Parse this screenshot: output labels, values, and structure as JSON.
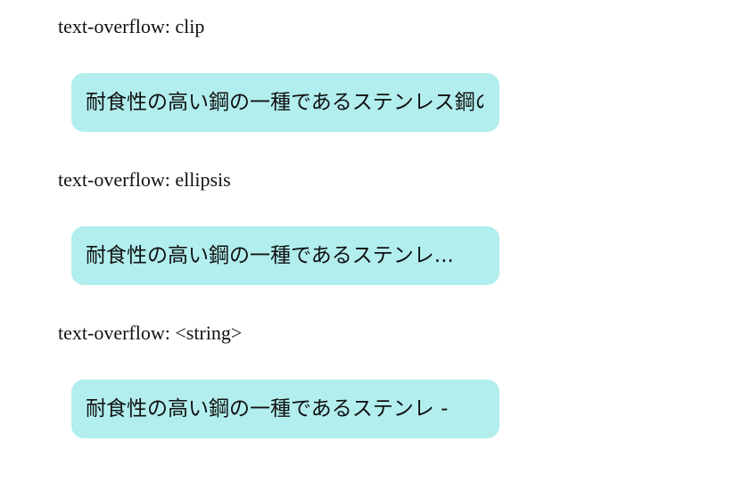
{
  "examples": [
    {
      "label": "text-overflow: clip",
      "text": "耐食性の高い鋼の一種であるステンレス鋼の"
    },
    {
      "label": "text-overflow: ellipsis",
      "text": "耐食性の高い鋼の一種であるステンレ..."
    },
    {
      "label": "text-overflow: <string>",
      "text": "耐食性の高い鋼の一種であるステンレ -"
    }
  ],
  "colors": {
    "box_background": "#b2eeee",
    "text": "#111111"
  }
}
